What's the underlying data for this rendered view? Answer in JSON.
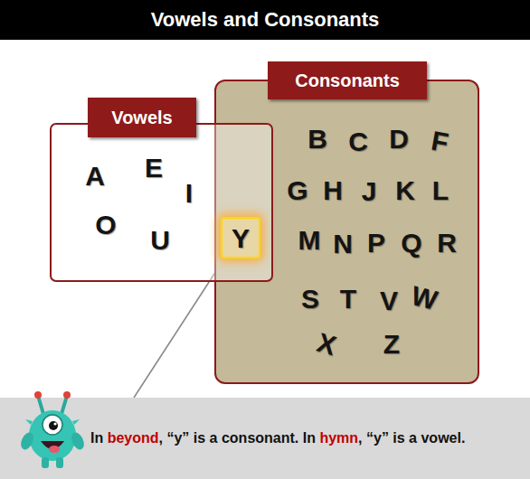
{
  "diagram": {
    "title": "Vowels and Consonants",
    "nodes": [
      {
        "text": [
          "Vowels",
          "A",
          "E",
          "I",
          "O",
          "U"
        ]
      },
      {
        "text": [
          "Y"
        ],
        "in": 0
      },
      {
        "text": [
          "Consonants",
          "B",
          "C",
          "D",
          "F",
          "G",
          "H",
          "J",
          "K",
          "L",
          "M",
          "N",
          "P",
          "Q",
          "R",
          "S",
          "T",
          "V",
          "W",
          "X",
          "Z"
        ]
      },
      {
        "text": [
          "In",
          "beyond",
          ", “y” is a consonant. In",
          "hymn",
          ", “y” is a vowel."
        ]
      }
    ],
    "edges": [
      {
        "from": 1,
        "to": 3,
        "arrow": "none"
      }
    ]
  }
}
